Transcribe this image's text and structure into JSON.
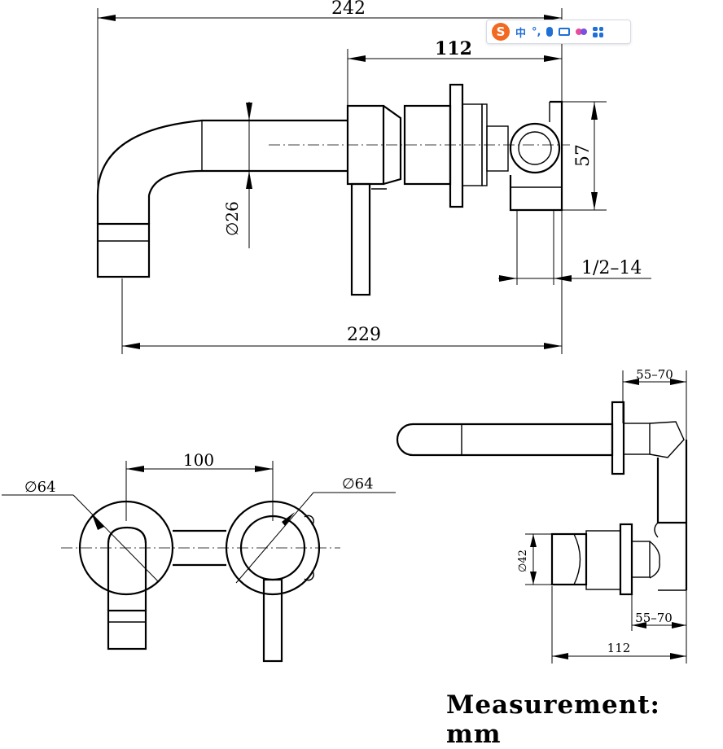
{
  "dimensions": {
    "overall_width": "242",
    "body_depth": "112",
    "body_height": "57",
    "spout_diameter": "∅26",
    "thread": "1/2–14",
    "spout_reach": "229",
    "plate_spacing": "100",
    "left_plate_diameter": "∅64",
    "right_plate_diameter": "∅64",
    "wall_range_top": "55–70",
    "wall_range_bottom": "55–70",
    "handle_diameter": "∅42",
    "side_depth": "112"
  },
  "footer": {
    "measurement_label": "Measurement: mm"
  },
  "ime_toolbar": {
    "logo": "S",
    "chinese_mode": "中",
    "punctuation": "°,",
    "icons": [
      "microphone-icon",
      "keyboard-icon",
      "skin-icon",
      "toolbox-grid-icon"
    ]
  },
  "colors": {
    "line": "#000000",
    "background": "#ffffff",
    "ime_accent": "#1f6fd6",
    "ime_logo": "#f26a22"
  }
}
